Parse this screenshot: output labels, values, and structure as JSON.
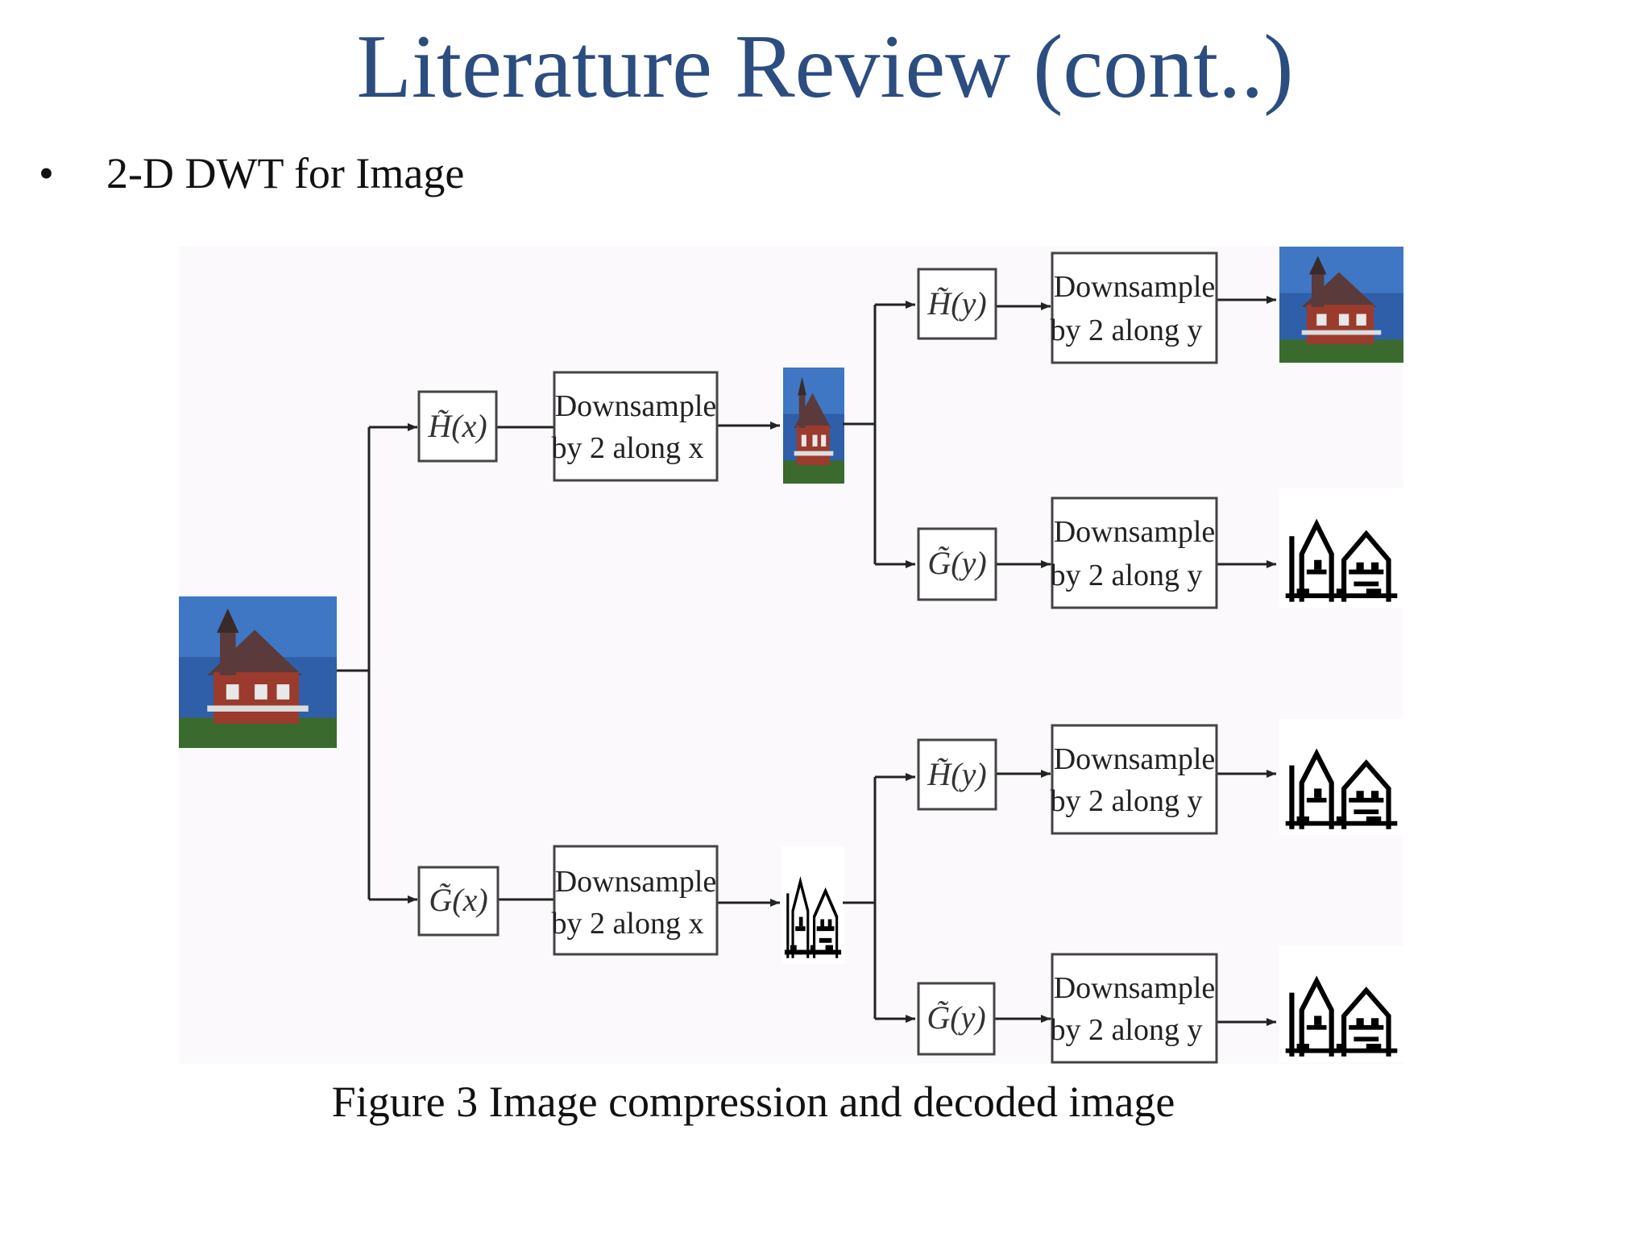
{
  "slide": {
    "title": "Literature Review (cont..)",
    "bullet": "•",
    "bullet_text": "2-D DWT for Image"
  },
  "diagram": {
    "stage1": [
      {
        "filter": "H̃(x)",
        "ds_line1": "Downsample",
        "ds_line2": "by 2 along x"
      },
      {
        "filter": "G̃(x)",
        "ds_line1": "Downsample",
        "ds_line2": "by 2 along x"
      }
    ],
    "stage2": [
      {
        "filter": "H̃(y)",
        "ds_line1": "Downsample",
        "ds_line2": "by 2 along y"
      },
      {
        "filter": "G̃(y)",
        "ds_line1": "Downsample",
        "ds_line2": "by 2 along y"
      },
      {
        "filter": "H̃(y)",
        "ds_line1": "Downsample",
        "ds_line2": "by 2 along y"
      },
      {
        "filter": "G̃(y)",
        "ds_line1": "Downsample",
        "ds_line2": "by 2 along y"
      }
    ],
    "colors": {
      "line": "#222222",
      "box_border": "#444444",
      "sky": "#2f5fa8",
      "brick": "#9a3b2e",
      "grass": "#3a6a2e"
    }
  },
  "caption": "Figure 3 Image compression and decoded image"
}
